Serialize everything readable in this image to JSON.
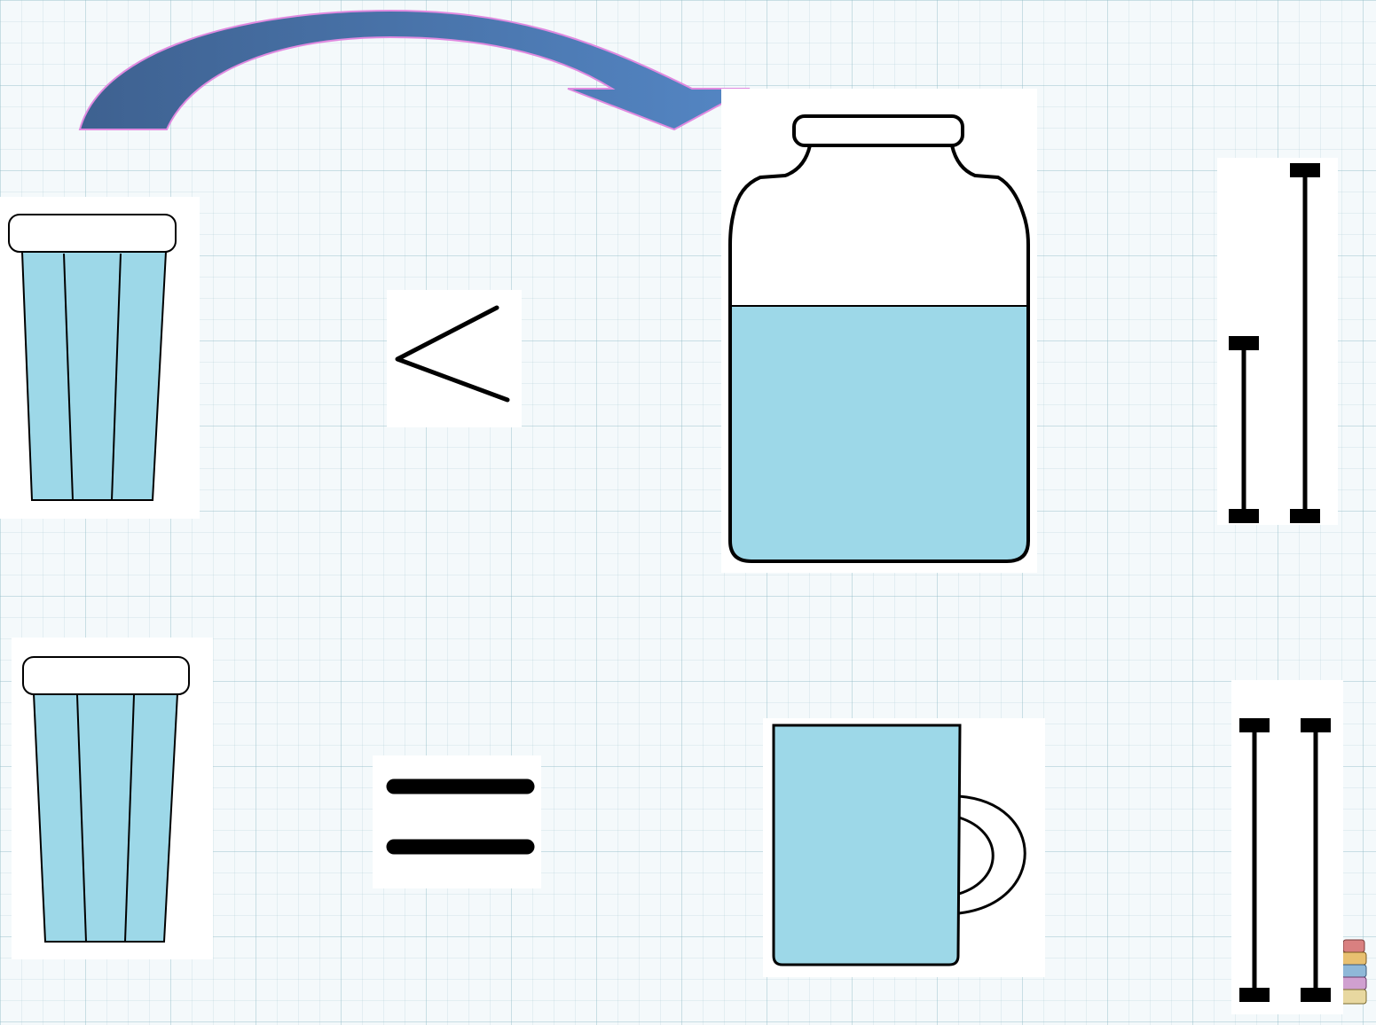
{
  "colors": {
    "water": "#9dd8e8",
    "outline": "#000000",
    "arrow_dark": "#3e6190",
    "arrow_light": "#5486c4",
    "arrow_border": "#e08ae0",
    "grid_background": "#f4f9fb"
  },
  "comparisons": [
    {
      "left": "glass",
      "symbol": "<",
      "right": "jar",
      "left_level": 2,
      "right_level": 4
    },
    {
      "left": "glass",
      "symbol": "=",
      "right": "mug",
      "left_level": 4,
      "right_level": 4
    }
  ],
  "icons": {
    "arrow": "curved-arrow-icon",
    "glass": "glass-icon",
    "jar": "jar-icon",
    "mug": "mug-icon",
    "stack": "stacked-books-icon"
  }
}
